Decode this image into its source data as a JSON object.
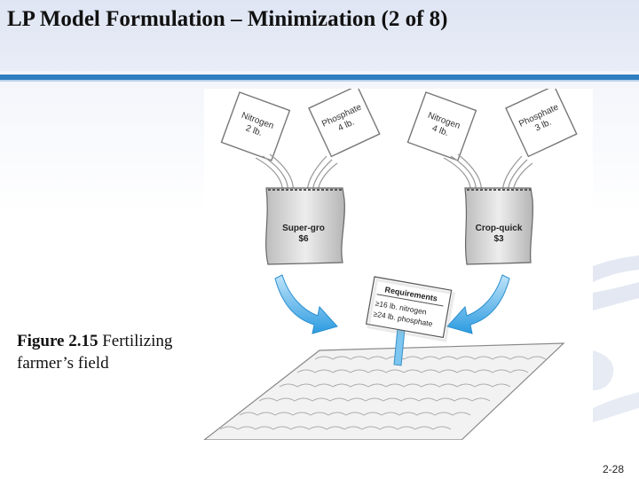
{
  "slide": {
    "title": "LP Model Formulation – Minimization (2 of 8)",
    "page_number": "2-28",
    "accent_color": "#2f7fc0"
  },
  "caption": {
    "figure_ref": "Figure 2.15",
    "text_line1": "Fertilizing",
    "text_line2": "farmer’s field"
  },
  "figure": {
    "bags": [
      {
        "label": "Super-gro",
        "price": "$6",
        "color": "#e6e6e6",
        "packets": [
          {
            "name": "Nitrogen",
            "amount": "2 lb."
          },
          {
            "name": "Phosphate",
            "amount": "4 lb."
          }
        ]
      },
      {
        "label": "Crop-quick",
        "price": "$3",
        "color": "#e6e6e6",
        "packets": [
          {
            "name": "Nitrogen",
            "amount": "4 lb."
          },
          {
            "name": "Phosphate",
            "amount": "3 lb."
          }
        ]
      }
    ],
    "sign": {
      "title": "Requirements",
      "line1": "≥16 lb. nitrogen",
      "line2": "≥24 lb. phosphate"
    },
    "arrow_color": "#3aa7e6"
  }
}
